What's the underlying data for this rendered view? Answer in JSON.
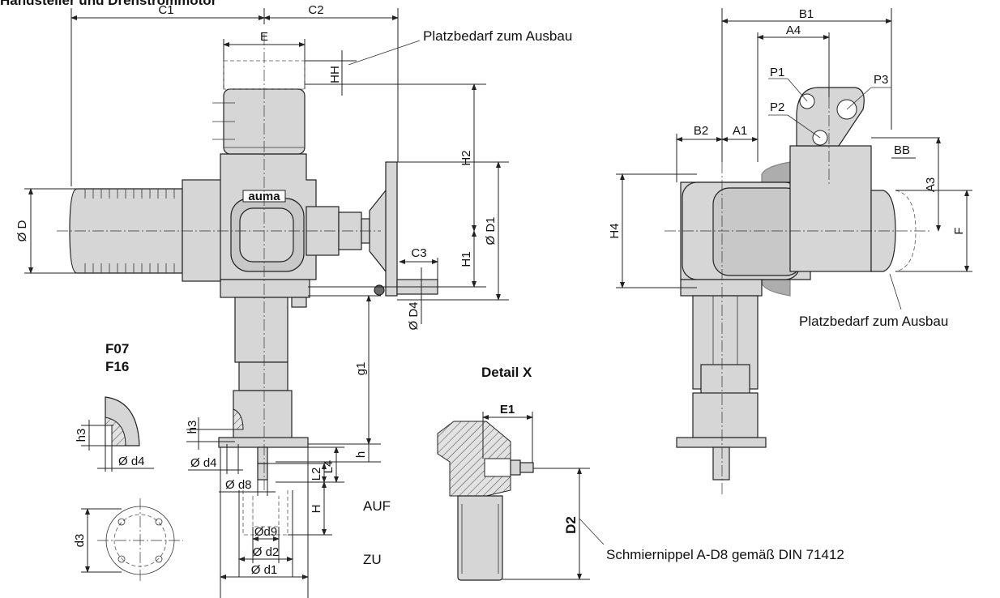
{
  "header": {
    "title": "Handsteller und Drehstrommotor"
  },
  "brand": {
    "logo_text": "auma"
  },
  "labels": {
    "c1": "C1",
    "c2": "C2",
    "c3": "C3",
    "e": "E",
    "hh": "HH",
    "platz_top": "Platzbedarf zum Ausbau",
    "h1": "H1",
    "h2": "H2",
    "d": "Ø D",
    "d1": "Ø D1",
    "d4_main": "Ø D4",
    "g1": "g1",
    "h_small": "h",
    "l4": "L4",
    "l2": "L2",
    "h_big": "H",
    "dd8": "Ø d8",
    "dd9": "Ød9",
    "dd2": "Ø d2",
    "dd1": "Ø d1",
    "dd4_mid": "Ø d4",
    "h3_mid": "h3",
    "auf": "AUF",
    "zu": "ZU",
    "f07": "F07",
    "f16": "F16",
    "h3_left": "h3",
    "dd4_left": "Ø d4",
    "d3": "d3",
    "detail": "Detail X",
    "e1": "E1",
    "d2": "D2",
    "schmier": "Schmiernippel A-D8 gemäß DIN 71412",
    "b1": "B1",
    "a4": "A4",
    "p1": "P1",
    "p2": "P2",
    "p3": "P3",
    "b2": "B2",
    "a1": "A1",
    "bb": "BB",
    "a3": "A3",
    "h4": "H4",
    "f": "F",
    "platz_right": "Platzbedarf zum Ausbau"
  }
}
